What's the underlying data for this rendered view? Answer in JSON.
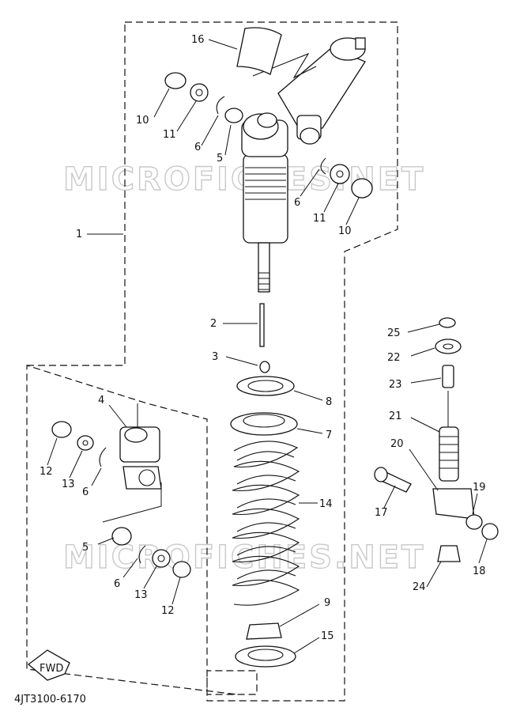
{
  "diagram": {
    "part_code": "4JT3100-6170",
    "watermark": "MICROFICHES.NET",
    "fwd_label": "FWD",
    "callouts": [
      "16",
      "10",
      "11",
      "6",
      "5",
      "6",
      "11",
      "10",
      "1",
      "2",
      "3",
      "8",
      "7",
      "14",
      "9",
      "15",
      "4",
      "12",
      "13",
      "6",
      "5",
      "6",
      "13",
      "12",
      "25",
      "22",
      "23",
      "21",
      "20",
      "17",
      "19",
      "18",
      "24"
    ]
  }
}
